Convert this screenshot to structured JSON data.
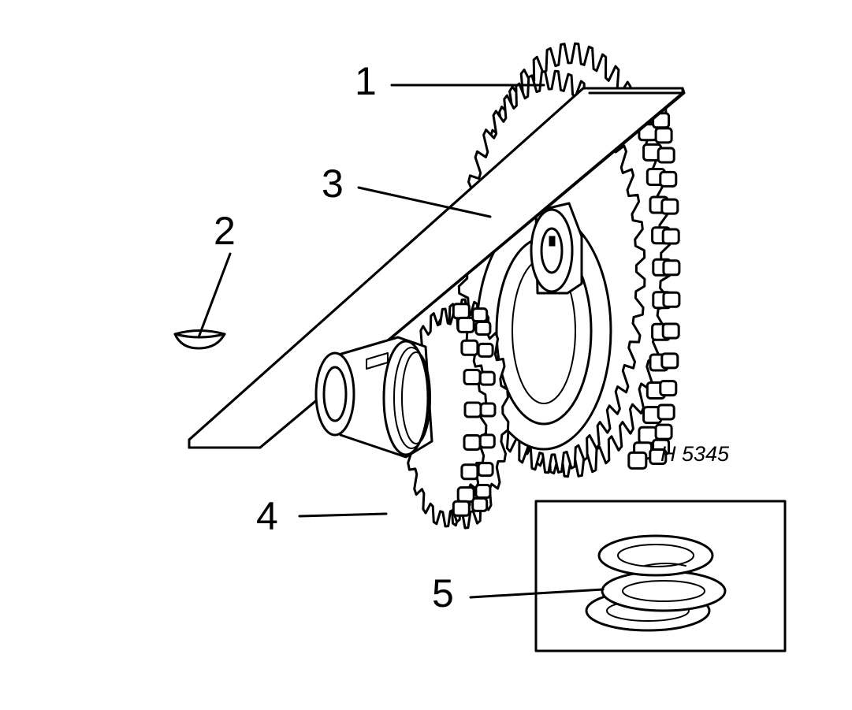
{
  "callouts": [
    {
      "number": "1",
      "part": "sprocket"
    },
    {
      "number": "2",
      "part": "key"
    },
    {
      "number": "3",
      "part": "straight-edge"
    },
    {
      "number": "4",
      "part": "sprocket"
    },
    {
      "number": "5",
      "part": "shims"
    }
  ],
  "drawing_code": "H 5345",
  "colors": {
    "ink": "#000000",
    "paper": "#ffffff"
  }
}
